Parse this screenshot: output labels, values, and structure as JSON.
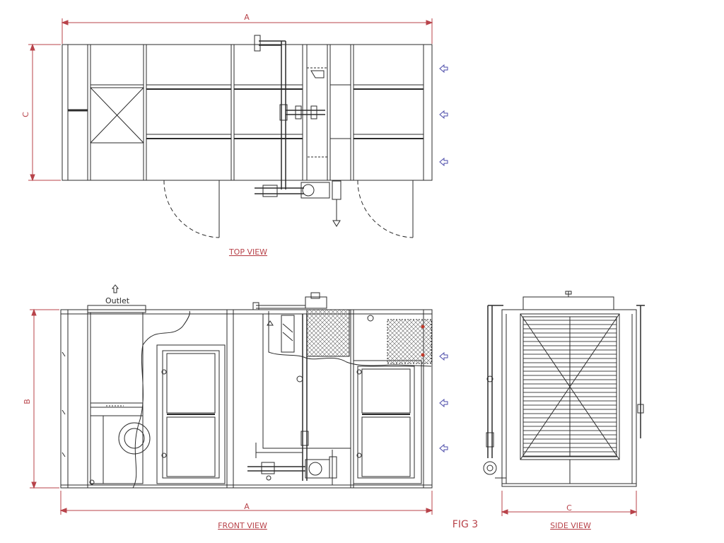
{
  "labels": {
    "top_view": "TOP VIEW",
    "front_view": "FRONT VIEW",
    "side_view": "SIDE VIEW",
    "figure": "FIG 3",
    "outlet": "Outlet"
  },
  "dimensions": {
    "top_width": "A",
    "top_depth": "C",
    "front_height": "B",
    "front_width": "A",
    "side_width": "C"
  },
  "colors": {
    "line": "#2b2b2b",
    "dimension": "#b8434a",
    "arrow": "#4a4aa8",
    "hatch": "#555555",
    "marker": "#c0392b"
  }
}
